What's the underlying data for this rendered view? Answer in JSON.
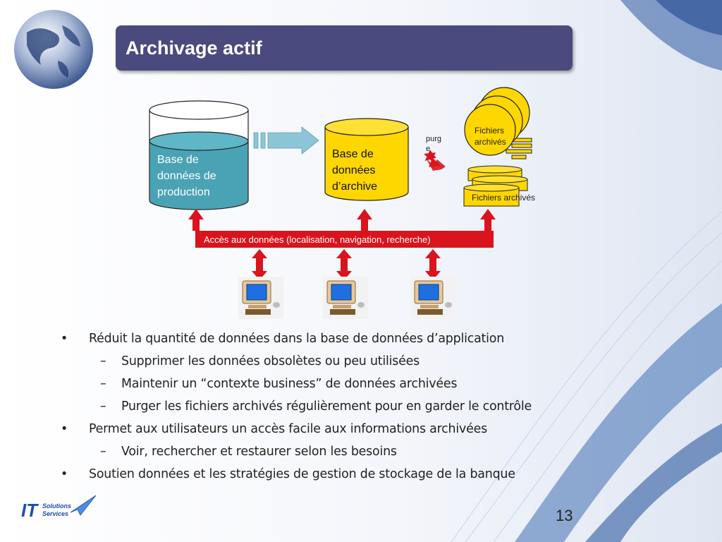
{
  "slide": {
    "title": "Archivage actif",
    "page_number": "13",
    "logo": {
      "mark": "IT",
      "line1": "Solutions",
      "line2": "Services"
    }
  },
  "diagram": {
    "production_db_label": [
      "Base de",
      "données de",
      "production"
    ],
    "archive_db_label": [
      "Base de",
      "données",
      "d’archive"
    ],
    "purge_label": [
      "purg",
      "e"
    ],
    "archived_files_docs_label": [
      "Fichiers",
      "archivés"
    ],
    "archived_files_stack_label": "Fichiers archivés",
    "access_bar_label": "Accès aux données (localisation, navigation, recherche)",
    "colors": {
      "production_db": "#4aa3b5",
      "archive_db": "#ffd700",
      "access_bar": "#d9141d",
      "arrow": "#8cc6d6"
    }
  },
  "bullets": [
    {
      "level": 1,
      "marker": "•",
      "text": "Réduit la quantité de données dans la base de données d’application"
    },
    {
      "level": 2,
      "marker": "–",
      "text": "Supprimer les données obsolètes ou peu utilisées"
    },
    {
      "level": 2,
      "marker": "–",
      "text": "Maintenir un “contexte business” de données archivées"
    },
    {
      "level": 2,
      "marker": "–",
      "text": "Purger les fichiers archivés régulièrement pour en garder le contrôle"
    },
    {
      "level": 1,
      "marker": "•",
      "text": "Permet aux utilisateurs un accès facile aux informations archivées"
    },
    {
      "level": 2,
      "marker": "–",
      "text": "Voir, rechercher et restaurer selon les besoins"
    },
    {
      "level": 1,
      "marker": "•",
      "text": "Soutien données et les stratégies de gestion de stockage de la banque"
    }
  ]
}
